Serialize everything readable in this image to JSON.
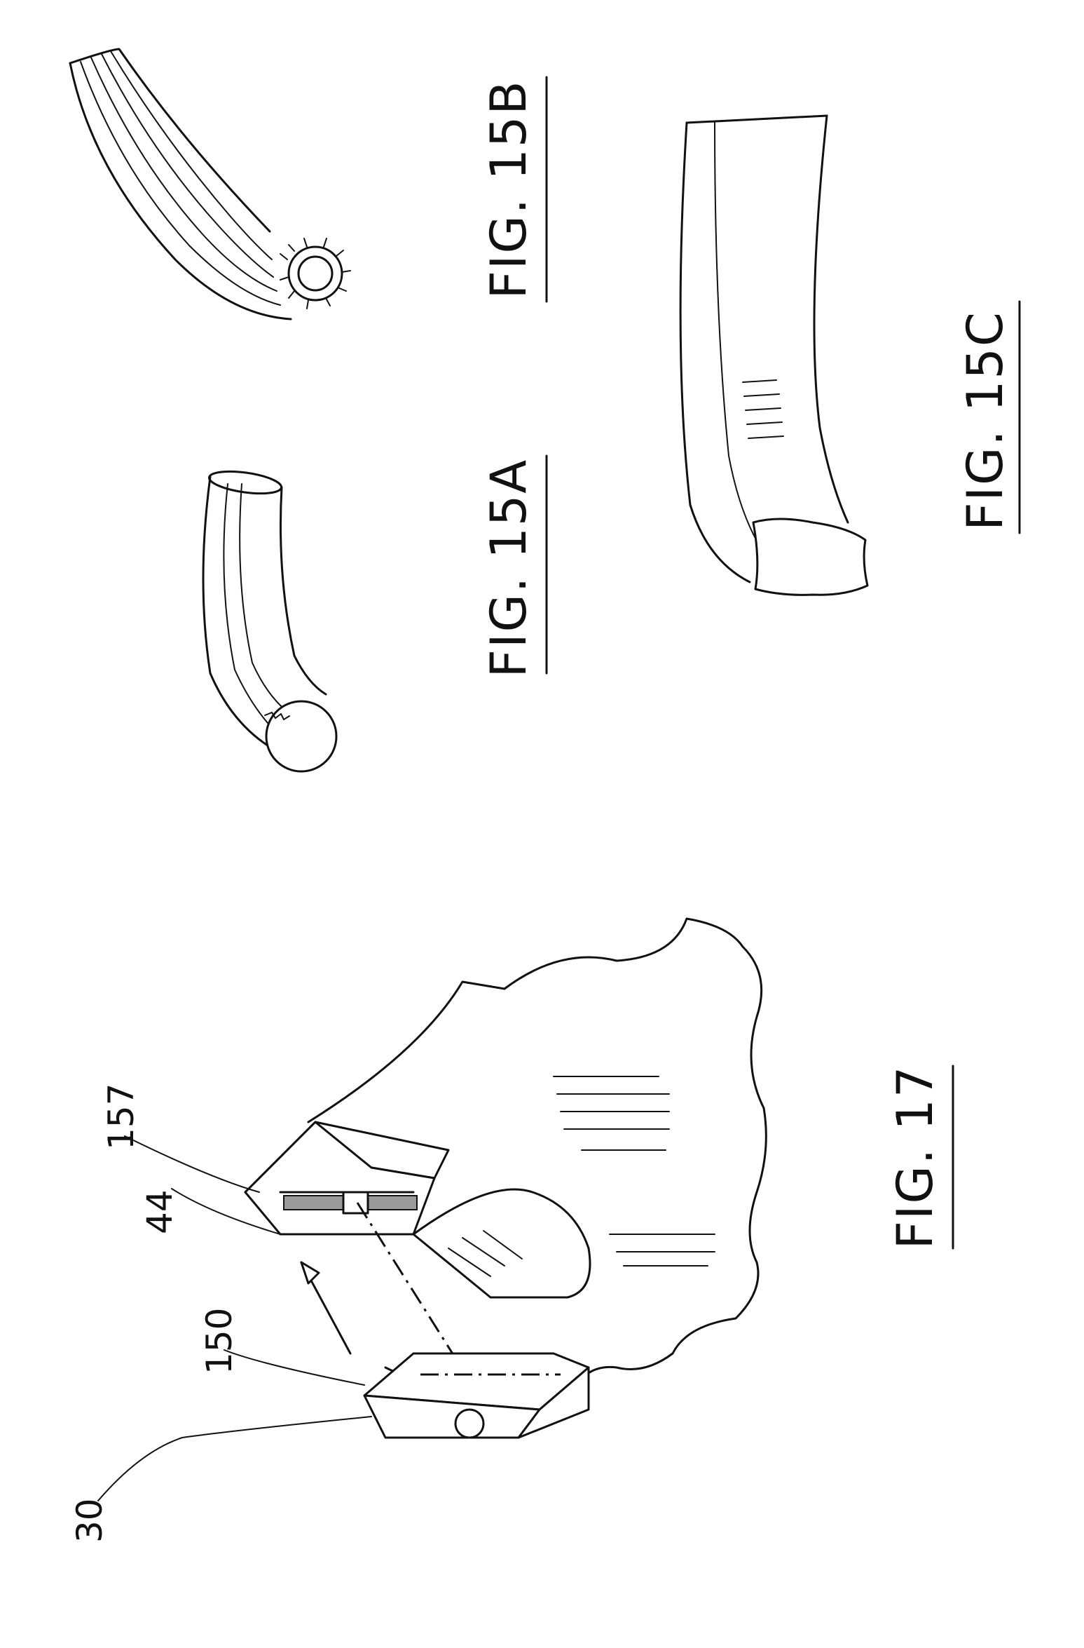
{
  "figures": {
    "fig15a": {
      "label": "FIG. 15A"
    },
    "fig15b": {
      "label": "FIG. 15B"
    },
    "fig15c": {
      "label": "FIG. 15C"
    },
    "fig17": {
      "label": "FIG. 17",
      "refs": {
        "r157": "157",
        "r44": "44",
        "r150": "150",
        "r30": "30"
      }
    }
  }
}
